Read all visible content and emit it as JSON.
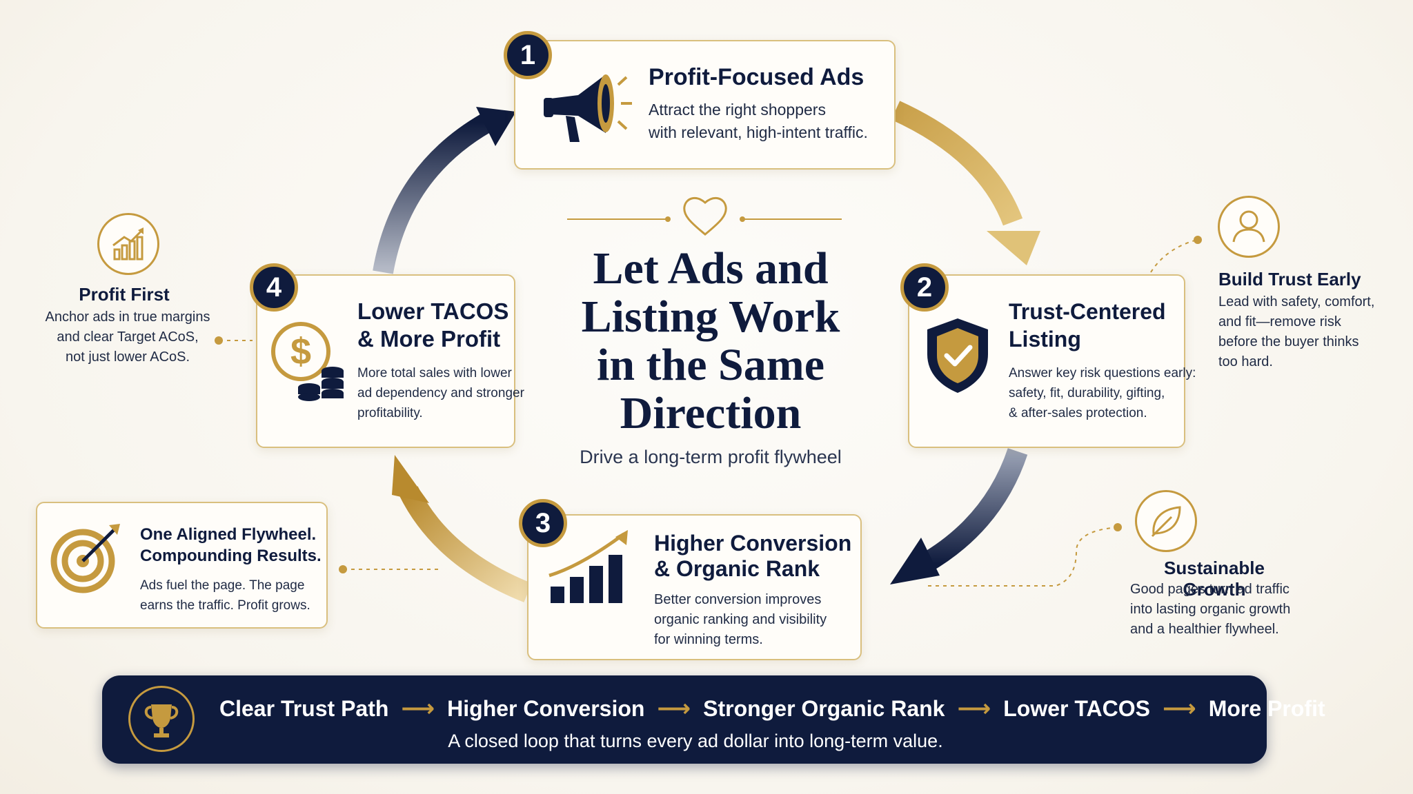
{
  "center": {
    "title_lines": [
      "Let Ads and",
      "Listing Work",
      "in the Same",
      "Direction"
    ],
    "subtitle": "Drive a long-term profit flywheel"
  },
  "steps": [
    {
      "number": "1",
      "title_lines": [
        "Profit-Focused Ads"
      ],
      "desc_lines": [
        "Attract the right shoppers",
        "with relevant, high-intent traffic."
      ],
      "icon": "megaphone-icon"
    },
    {
      "number": "2",
      "title_lines": [
        "Trust-Centered",
        "Listing"
      ],
      "desc_lines": [
        "Answer key risk questions early:",
        "safety, fit, durability, gifting,",
        "& after-sales protection."
      ],
      "icon": "shield-check-icon"
    },
    {
      "number": "3",
      "title_lines": [
        "Higher Conversion",
        "& Organic Rank"
      ],
      "desc_lines": [
        "Better conversion improves",
        "organic ranking and visibility",
        "for winning terms."
      ],
      "icon": "bar-growth-icon"
    },
    {
      "number": "4",
      "title_lines": [
        "Lower TACOS",
        "& More Profit"
      ],
      "desc_lines": [
        "More total sales with lower",
        "ad dependency and stronger",
        "profitability."
      ],
      "icon": "dollar-coins-icon"
    }
  ],
  "side_notes": {
    "profit_first": {
      "title": "Profit First",
      "desc_lines": [
        "Anchor ads in true margins",
        "and clear Target ACoS,",
        "not just lower ACoS."
      ],
      "icon": "chart-up-icon"
    },
    "build_trust": {
      "title": "Build Trust Early",
      "desc_lines": [
        "Lead with safety, comfort,",
        "and fit—remove risk",
        "before the buyer thinks",
        "too hard."
      ],
      "icon": "user-icon"
    },
    "sustainable": {
      "title": "Sustainable Growth",
      "desc_lines": [
        "Good pages turn ad traffic",
        "into lasting organic growth",
        "and a healthier flywheel."
      ],
      "icon": "leaf-icon"
    },
    "aligned": {
      "title_lines": [
        "One Aligned Flywheel.",
        "Compounding Results."
      ],
      "desc_lines": [
        "Ads fuel the page. The page",
        "earns the traffic. Profit grows."
      ],
      "icon": "target-arrow-icon"
    }
  },
  "banner": {
    "steps": [
      "Clear Trust Path",
      "Higher Conversion",
      "Stronger Organic Rank",
      "Lower TACOS",
      "More Profit"
    ],
    "tagline": "A closed loop that turns every ad dollar into long-term value.",
    "icon": "trophy-icon"
  },
  "colors": {
    "navy": "#0f1b3d",
    "gold": "#c59a3f",
    "card_border": "#d9bf7e"
  }
}
